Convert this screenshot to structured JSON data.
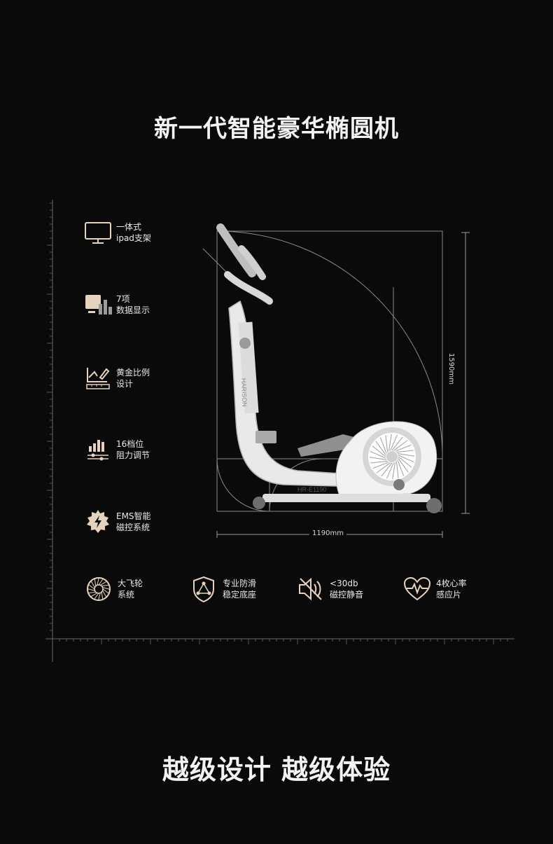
{
  "header": {
    "title": "新一代智能豪华椭圆机"
  },
  "features": [
    {
      "icon": "monitor-icon",
      "line1": "一体式",
      "line2": "ipad支架"
    },
    {
      "icon": "data-display-icon",
      "line1": "7项",
      "line2": "数据显示"
    },
    {
      "icon": "golden-ratio-icon",
      "line1": "黄金比例",
      "line2": "设计"
    },
    {
      "icon": "resistance-levels-icon",
      "line1": "16档位",
      "line2": "阻力调节"
    },
    {
      "icon": "magnetic-gear-icon",
      "line1": "EMS智能",
      "line2": "磁控系统"
    }
  ],
  "bottom_features": [
    {
      "icon": "flywheel-icon",
      "line1": "大飞轮",
      "line2": "系统"
    },
    {
      "icon": "anti-slip-base-icon",
      "line1": "专业防滑",
      "line2": "稳定底座"
    },
    {
      "icon": "mute-speaker-icon",
      "line1": "<30db",
      "line2": "磁控静音"
    },
    {
      "icon": "heart-rate-icon",
      "line1": "4枚心率",
      "line2": "感应片"
    }
  ],
  "dimensions": {
    "width": "1190mm",
    "height": "1590mm"
  },
  "machine": {
    "brand": "HARISON",
    "model": "HR-E1190"
  },
  "footer": {
    "slogan": "越级设计  越级体验"
  },
  "colors": {
    "background": "#0b0a0a",
    "accent": "#e6d3bf",
    "text": "#f3f3f3"
  }
}
